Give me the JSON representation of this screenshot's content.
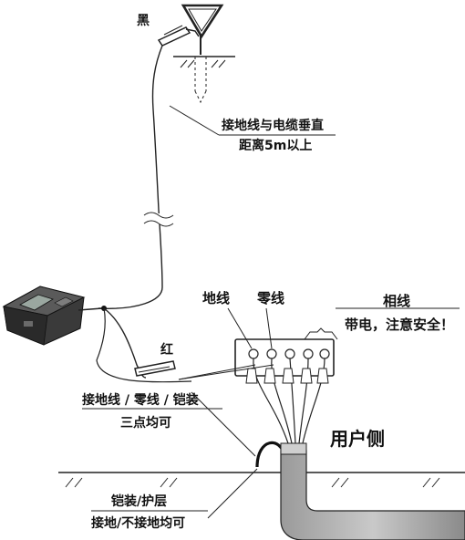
{
  "labels": {
    "black_clip": "黑",
    "red_clip": "红",
    "ground_line_note_1": "接地线与电缆垂直",
    "ground_line_note_2": "距离5m以上",
    "earth_wire": "地线",
    "neutral_wire": "零线",
    "phase_wire": "相线",
    "live_warning": "带电，注意安全！",
    "three_point_1": "接地线 / 零线 / 铠装",
    "three_point_2": "三点均可",
    "user_side": "用户侧",
    "armor_1": "铠装/护层",
    "armor_2": "接地/不接地均可"
  }
}
